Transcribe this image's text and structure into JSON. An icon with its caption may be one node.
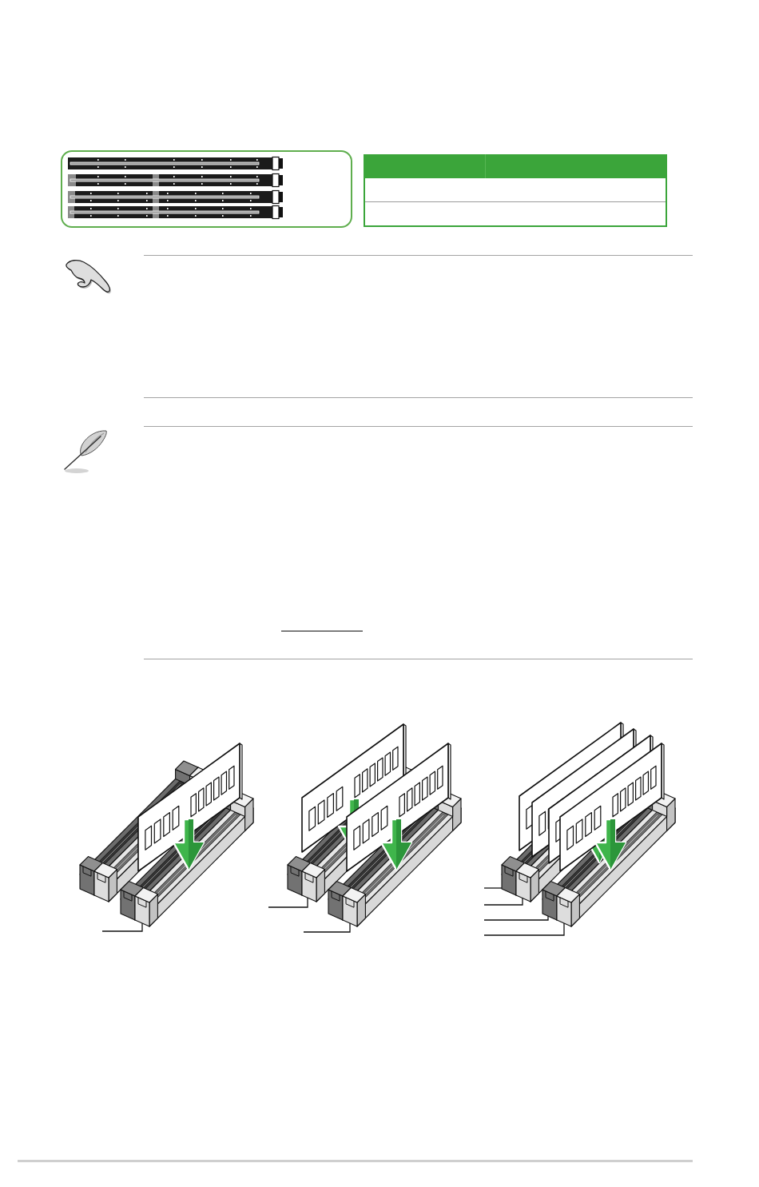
{
  "diagram": {
    "nodes": [
      {
        "text": [],
        "shape": "picture"
      },
      {
        "text": [],
        "shape": "picture"
      },
      {
        "text": [],
        "shape": "picture"
      },
      {
        "text": [],
        "shape": "picture"
      },
      {
        "text": [],
        "shape": "picture"
      },
      {
        "text": [],
        "shape": "picture"
      },
      {
        "text": [],
        "shape": "picture"
      },
      {
        "text": [],
        "shape": "picture"
      },
      {
        "text": [],
        "shape": "picture"
      },
      {
        "text": [],
        "shape": "picture"
      },
      {
        "text": [],
        "shape": "picture"
      },
      {
        "text": [],
        "shape": "picture"
      }
    ],
    "edges": [
      {
        "from": null,
        "to": 3,
        "arrow": "none"
      },
      {
        "from": null,
        "to": 5,
        "arrow": "none"
      },
      {
        "from": null,
        "to": 7,
        "arrow": "none"
      },
      {
        "from": null,
        "to": 8,
        "arrow": "none"
      },
      {
        "from": null,
        "to": 9,
        "arrow": "none"
      },
      {
        "from": null,
        "to": 10,
        "arrow": "none"
      },
      {
        "from": null,
        "to": 11,
        "arrow": "none"
      }
    ]
  }
}
